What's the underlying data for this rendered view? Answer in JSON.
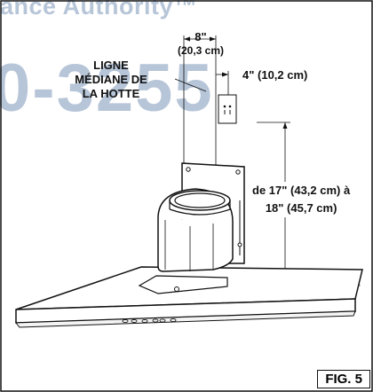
{
  "watermark": {
    "top_text": "ance Authority™",
    "big_text": "0-3255"
  },
  "labels": {
    "width_line1": "8\"",
    "width_line2": "(20,3 cm)",
    "offset": "4\" (10,2 cm)",
    "centerline_line1": "LIGNE",
    "centerline_line2": "MÉDIANE DE",
    "centerline_line3": "LA HOTTE",
    "height_line1": "de 17\" (43,2 cm) à",
    "height_line2": "18\" (45,7 cm)"
  },
  "figure_label": "FIG. 5",
  "colors": {
    "line": "#111111",
    "watermark": "#9fb2cc"
  }
}
